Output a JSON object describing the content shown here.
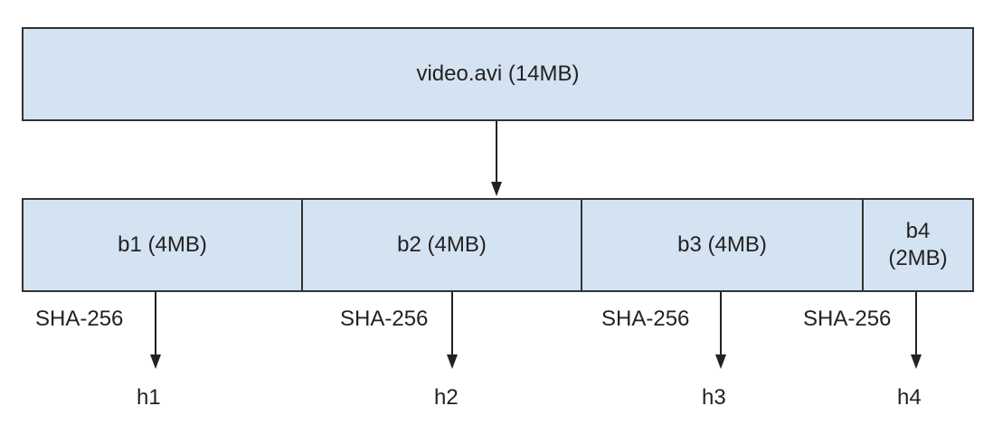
{
  "file": {
    "label": "video.avi (14MB)"
  },
  "blocks": [
    {
      "label": "b1 (4MB)"
    },
    {
      "label": "b2 (4MB)"
    },
    {
      "label": "b3 (4MB)"
    },
    {
      "label": "b4 (2MB)"
    }
  ],
  "hash_function": "SHA-256",
  "hashes": [
    "h1",
    "h2",
    "h3",
    "h4"
  ],
  "colors": {
    "box_fill": "#d4e3f2",
    "stroke": "#333333",
    "text": "#222222"
  }
}
